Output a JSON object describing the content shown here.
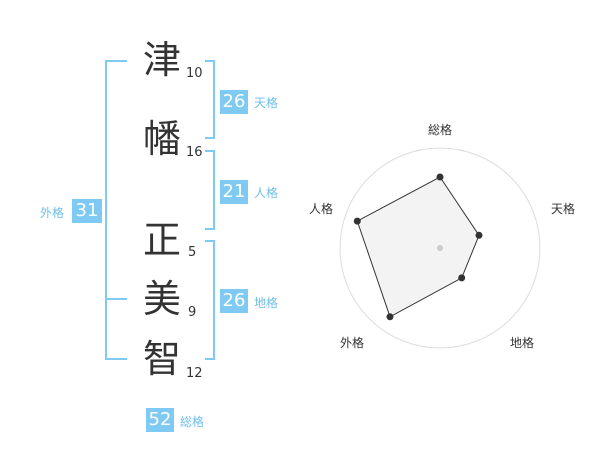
{
  "name": {
    "chars": [
      {
        "char": "津",
        "strokes": "10"
      },
      {
        "char": "幡",
        "strokes": "16"
      },
      {
        "char": "正",
        "strokes": "5"
      },
      {
        "char": "美",
        "strokes": "9"
      },
      {
        "char": "智",
        "strokes": "12"
      }
    ]
  },
  "fortunes": {
    "tenkaku": {
      "value": "26",
      "label": "天格"
    },
    "jinkaku": {
      "value": "21",
      "label": "人格"
    },
    "chikaku": {
      "value": "26",
      "label": "地格"
    },
    "gaikaku": {
      "value": "31",
      "label": "外格"
    },
    "soukaku": {
      "value": "52",
      "label": "総格"
    }
  },
  "colors": {
    "accent": "#7fcaf2",
    "accent_text": "#6ec0ec",
    "text": "#333333"
  },
  "chart_data": {
    "type": "radar",
    "axes": [
      "総格",
      "天格",
      "地格",
      "外格",
      "人格"
    ],
    "values": [
      0.71,
      0.41,
      0.37,
      0.85,
      0.87
    ],
    "max": 1.0,
    "rings": 4
  }
}
